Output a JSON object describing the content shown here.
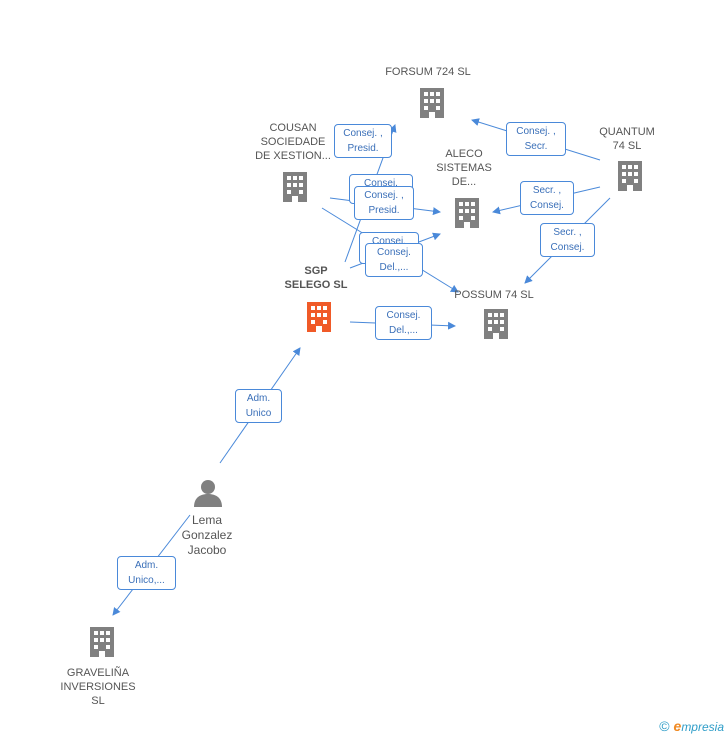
{
  "colors": {
    "edge": "#4a89d9",
    "company_icon": "#808080",
    "main_icon": "#f05a28",
    "person_icon": "#808080"
  },
  "nodes": {
    "forsum": {
      "label": "FORSUM 724 SL"
    },
    "cousan": {
      "label": "COUSAN\nSOCIEDADE\nDE XESTION..."
    },
    "aleco": {
      "label": "ALECO\nSISTEMAS\nDE..."
    },
    "quantum": {
      "label": "QUANTUM\n74 SL"
    },
    "sgp": {
      "label": "SGP\nSELEGO SL"
    },
    "possum": {
      "label": "POSSUM 74 SL"
    },
    "lema": {
      "label": "Lema\nGonzalez\nJacobo"
    },
    "gravelina": {
      "label": "GRAVELIÑA\nINVERSIONES\nSL"
    }
  },
  "relations": {
    "r1": "Consej. ,\nPresid.",
    "r2": "Consej. ,\nSecr.",
    "r3": "Consej.\n,...",
    "r4": "Consej. ,\nPresid.",
    "r5": "Secr. ,\nConsej.",
    "r6": "Secr. ,\nConsej.",
    "r7": "Consej.\n,...",
    "r8": "Consej.\nDel.,...",
    "r9": "Consej.\nDel.,...",
    "r10": "Adm.\nUnico",
    "r11": "Adm.\nUnico,..."
  },
  "footer": {
    "copyright": "©",
    "brand_initial": "e",
    "brand_rest": "mpresia"
  }
}
